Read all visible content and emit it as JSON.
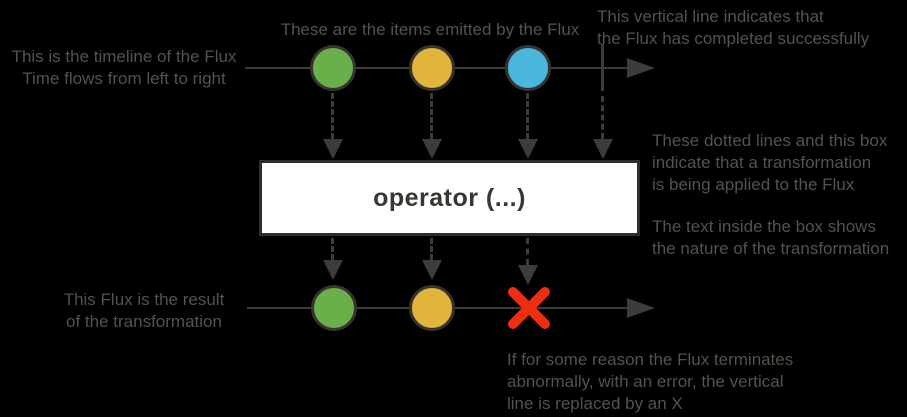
{
  "colors": {
    "background": "#000000",
    "line": "#3e3b38",
    "annotation_text": "#57514b",
    "operator_box_bg": "#ffffff",
    "operator_box_border": "#2f2d2a",
    "error_red": "#ee2e10"
  },
  "annotations": {
    "timeline": "This is the timeline of the Flux\nTime flows from left to right",
    "items": "These are the items emitted by the Flux",
    "complete": "This vertical line indicates that\nthe Flux has completed successfully",
    "transformation": "These dotted lines and this box\nindicate that a transformation\nis being applied to the Flux",
    "operator_text": "The text inside the box shows\nthe nature of the transformation",
    "result": "This Flux is the result\nof the transformation",
    "error": "If for some reason the Flux terminates\nabnormally, with an error, the vertical\nline is replaced by an X"
  },
  "operator": {
    "label": "operator (...)"
  },
  "source_flux": {
    "items": [
      {
        "name": "green-item",
        "color": "#6ab04a"
      },
      {
        "name": "yellow-item",
        "color": "#e2b53d"
      },
      {
        "name": "blue-item",
        "color": "#49b8dc"
      }
    ],
    "terminal": "complete"
  },
  "result_flux": {
    "items": [
      {
        "name": "green-item",
        "color": "#6ab04a"
      },
      {
        "name": "yellow-item",
        "color": "#e2b53d"
      }
    ],
    "terminal": "error"
  }
}
